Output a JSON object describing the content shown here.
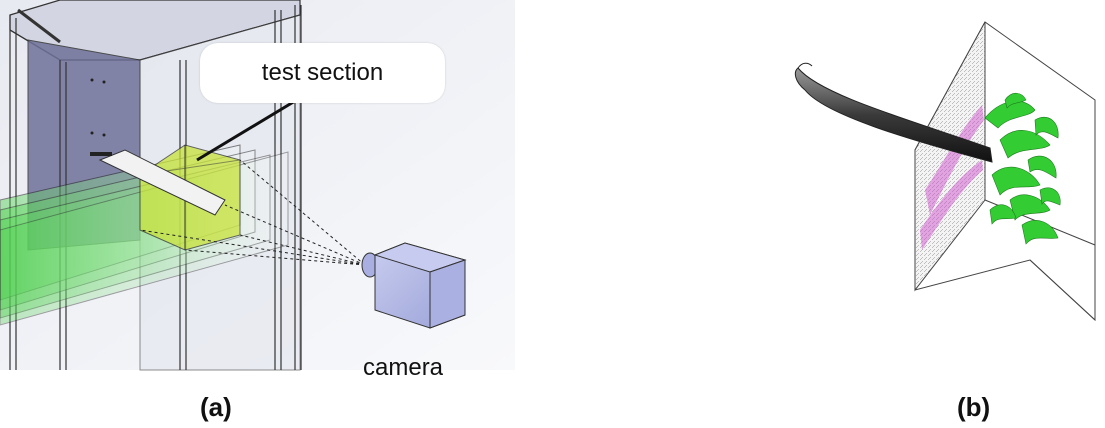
{
  "figure_a": {
    "panel_label": "(a)",
    "callout_label": "test section",
    "camera_label": "camera"
  },
  "figure_b": {
    "panel_label": "(b)"
  },
  "colors": {
    "frame_bg": "#dde0ea",
    "wall_panel": "#6f7199",
    "laser_sheet": "#6fd66f",
    "test_section": "#c8e23a",
    "camera_body": "#b7bde6",
    "vortex_green": "#33cc33",
    "vector_magenta": "#cc44cc",
    "model_dark": "#2a2a2a"
  }
}
